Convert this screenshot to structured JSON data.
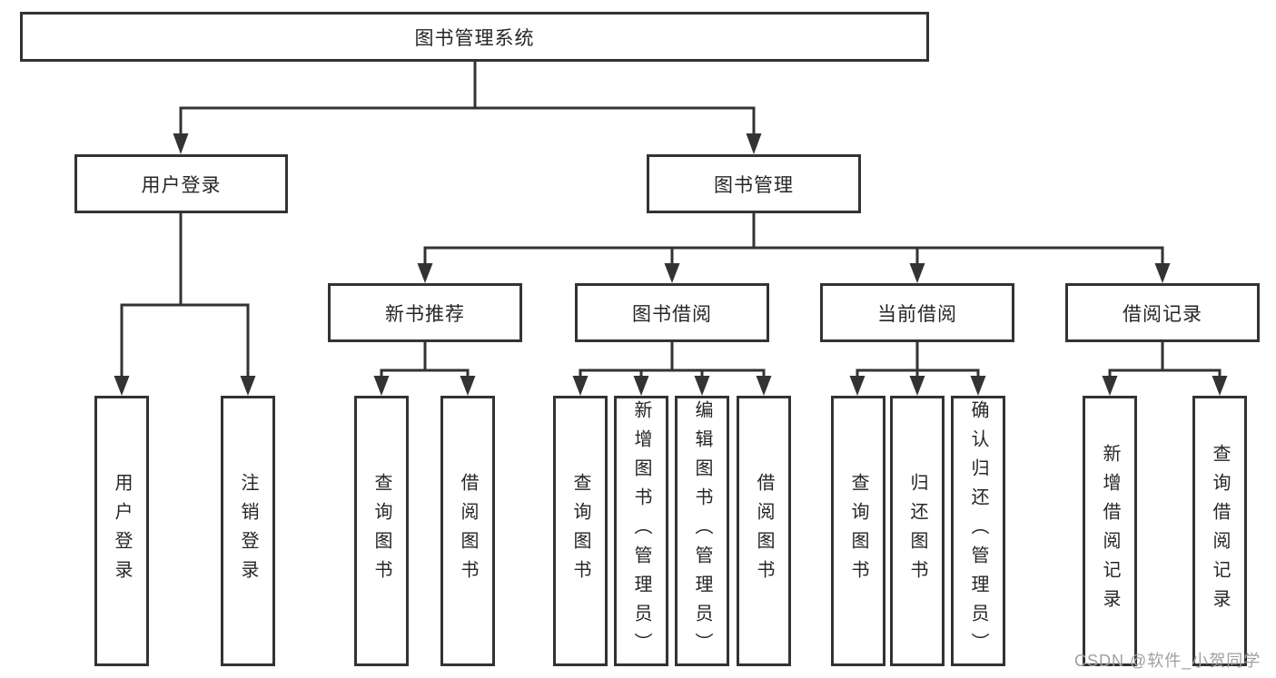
{
  "diagram": {
    "root": {
      "label": "图书管理系统"
    },
    "level2": [
      {
        "label": "用户登录"
      },
      {
        "label": "图书管理"
      }
    ],
    "login_children": [
      {
        "label": "用户登录"
      },
      {
        "label": "注销登录"
      }
    ],
    "modules": [
      {
        "label": "新书推荐",
        "children": [
          {
            "label": "查询图书"
          },
          {
            "label": "借阅图书"
          }
        ]
      },
      {
        "label": "图书借阅",
        "children": [
          {
            "label": "查询图书"
          },
          {
            "label": "新增图书（管理员）"
          },
          {
            "label": "编辑图书（管理员）"
          },
          {
            "label": "借阅图书"
          }
        ]
      },
      {
        "label": "当前借阅",
        "children": [
          {
            "label": "查询图书"
          },
          {
            "label": "归还图书"
          },
          {
            "label": "确认归还（管理员）"
          }
        ]
      },
      {
        "label": "借阅记录",
        "children": [
          {
            "label": "新增借阅记录"
          },
          {
            "label": "查询借阅记录"
          }
        ]
      }
    ]
  },
  "watermark": {
    "text": "CSDN @软件_小贺同学"
  },
  "colors": {
    "line": "#333333",
    "box_border": "#333333",
    "text": "#262626",
    "background": "#ffffff",
    "watermark": "#a0a0a0"
  }
}
